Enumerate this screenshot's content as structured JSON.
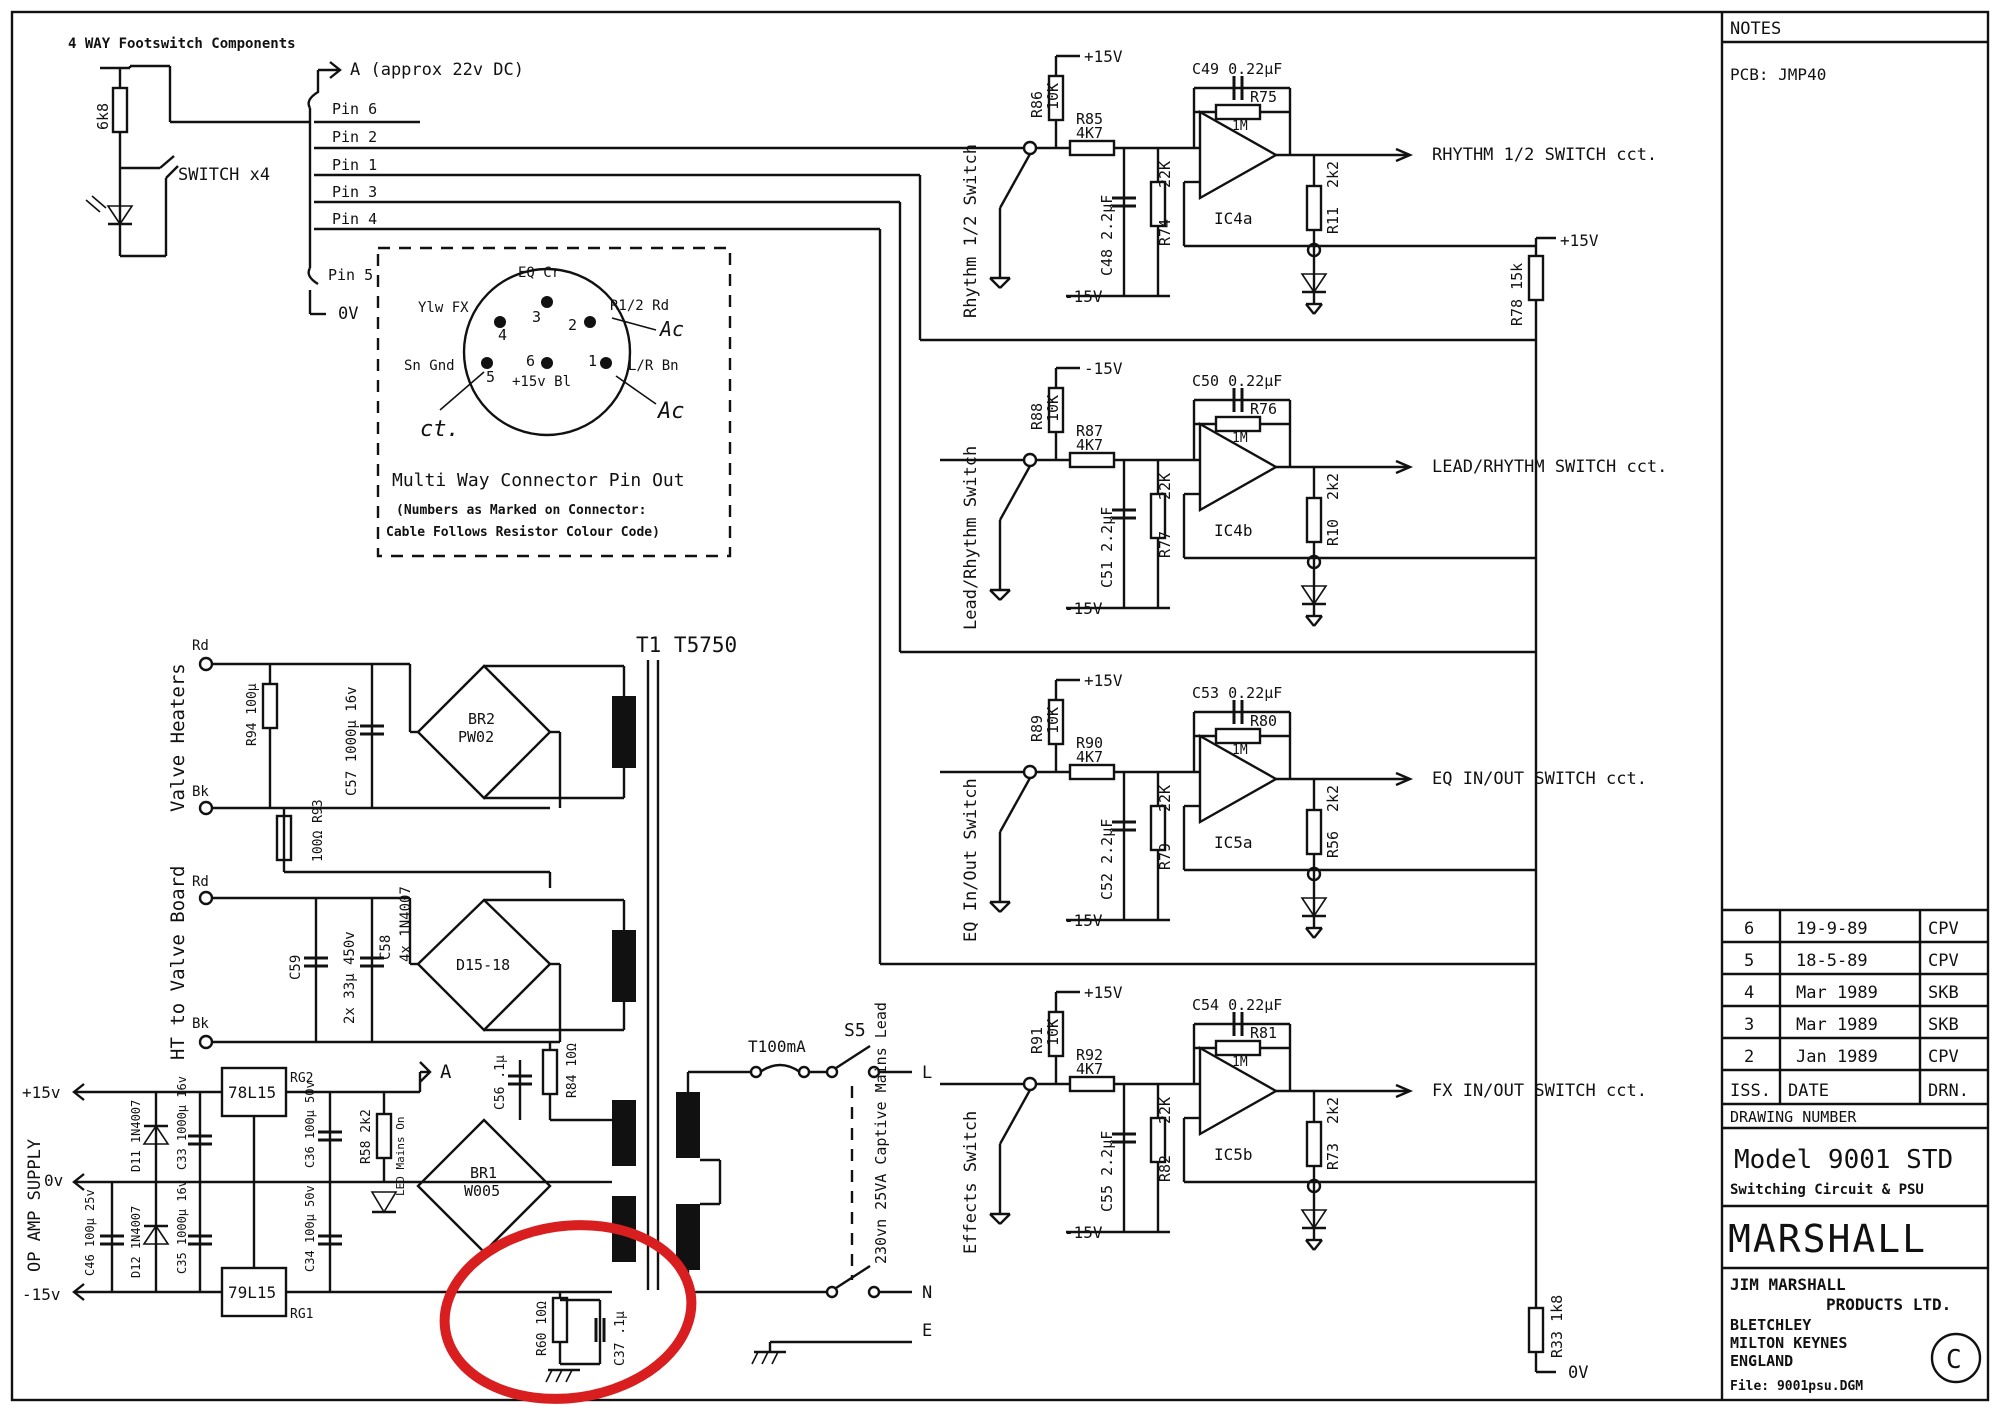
{
  "footswitch": {
    "title": "4 WAY Footswitch Components",
    "r_6k8": "6k8",
    "switch_x4": "SWITCH x4",
    "supply_a": "A (approx 22v DC)",
    "pins": [
      "Pin 6",
      "Pin 2",
      "Pin 1",
      "Pin 3",
      "Pin 4",
      "Pin 5"
    ],
    "zero_v": "0V"
  },
  "connector": {
    "eq_cr": "EQ Cr",
    "ylw_fx": "Ylw FX",
    "r12_rd": "R1/2 Rd",
    "sn_gnd": "Sn Gnd",
    "plus15_bl": "+15v Bl",
    "lr_bn": "L/R Bn",
    "pin_numbers": [
      "3",
      "4",
      "2",
      "6",
      "5",
      "1"
    ],
    "handwritten_ac_1": "Ac",
    "handwritten_ac_2": "Ac",
    "handwritten_ct": "ct.",
    "title": "Multi Way Connector Pin Out",
    "note_line1": "(Numbers as Marked on Connector:",
    "note_line2": "Cable Follows Resistor Colour Code)"
  },
  "switch_circuits": [
    {
      "switch_label": "Rhythm 1/2 Switch",
      "rail_top": "+15V",
      "rail_bottom": "-15V",
      "r_pull": "R86",
      "r_pull_val": "10K",
      "r_series": "R85",
      "r_series_val": "4K7",
      "cap": "C48 2.2µF",
      "r_shunt": "R74",
      "r_shunt_val": "22K",
      "fb_cap": "C49 0.22µF",
      "fb_res": "R75",
      "fb_res_val": "1M",
      "ic": "IC4a",
      "r_led": "R11",
      "r_led_val": "2k2",
      "output": "RHYTHM 1/2 SWITCH cct."
    },
    {
      "switch_label": "Lead/Rhythm Switch",
      "rail_top": "-15V",
      "rail_bottom": "-15V",
      "r_pull": "R88",
      "r_pull_val": "10K",
      "r_series": "R87",
      "r_series_val": "4K7",
      "cap": "C51 2.2µF",
      "r_shunt": "R77",
      "r_shunt_val": "22K",
      "fb_cap": "C50 0.22µF",
      "fb_res": "R76",
      "fb_res_val": "1M",
      "ic": "IC4b",
      "r_led": "R10",
      "r_led_val": "2k2",
      "output": "LEAD/RHYTHM SWITCH cct."
    },
    {
      "switch_label": "EQ In/Out Switch",
      "rail_top": "+15V",
      "rail_bottom": "-15V",
      "r_pull": "R89",
      "r_pull_val": "10K",
      "r_series": "R90",
      "r_series_val": "4K7",
      "cap": "C52 2.2µF",
      "r_shunt": "R79",
      "r_shunt_val": "22K",
      "fb_cap": "C53 0.22µF",
      "fb_res": "R80",
      "fb_res_val": "1M",
      "ic": "IC5a",
      "r_led": "R56",
      "r_led_val": "2k2",
      "output": "EQ IN/OUT SWITCH cct."
    },
    {
      "switch_label": "Effects Switch",
      "rail_top": "+15V",
      "rail_bottom": "-15V",
      "r_pull": "R91",
      "r_pull_val": "10K",
      "r_series": "R92",
      "r_series_val": "4K7",
      "cap": "C55 2.2µF",
      "r_shunt": "R82",
      "r_shunt_val": "22K",
      "fb_cap": "C54 0.22µF",
      "fb_res": "R81",
      "fb_res_val": "1M",
      "ic": "IC5b",
      "r_led": "R73",
      "r_led_val": "2k2",
      "output": "FX IN/OUT SWITCH cct."
    }
  ],
  "led_rail": {
    "plus": "+15V",
    "r78": "R78 15k",
    "r33": "R33 1k8",
    "zero": "0V"
  },
  "psu": {
    "valve_heaters": "Valve Heaters",
    "rd1": "Rd",
    "bk1": "Bk",
    "r94": "R94 100µ",
    "c57": "C57 1000µ 16v",
    "br2": "BR2",
    "pw02": "PW02",
    "r_100r": "100Ω R93",
    "t1": "T1 T5750",
    "ht_valve": "HT to Valve Board",
    "rd2": "Rd",
    "bk2": "Bk",
    "c59": "C59",
    "c58": "C58",
    "cap_2x": "2x 33µ 450v",
    "diodes_4x": "4x 1N4007",
    "d15_18": "D15-18",
    "op_amp_supply": "OP AMP SUPPLY",
    "plus15": "+15v",
    "zero": "0v",
    "minus15": "-15v",
    "reg_pos": "78L15",
    "rg2": "RG2",
    "reg_neg": "79L15",
    "rg1": "RG1",
    "d11": "D11 1N4007",
    "d12": "D12 1N4007",
    "c33": "C33 1000µ 16v",
    "c35": "C35 1000µ 16v",
    "c46": "C46 100µ 25v",
    "c36": "C36 100µ 50v",
    "c34": "C34 100µ 50v",
    "r58": "R58 2k2",
    "led_mains": "LED Mains On",
    "a_label": "A",
    "c56": "C56 .1µ",
    "r84": "R84 10Ω",
    "br1": "BR1",
    "w005": "W005",
    "r60": "R60 10Ω",
    "c37": "C37 .1µ",
    "fuse": "T100mA",
    "s5": "S5",
    "mains": "230vn 25VA Captive Mains Lead",
    "L": "L",
    "N": "N",
    "E": "E"
  },
  "title_block": {
    "notes": "NOTES",
    "pcb": "PCB: JMP40",
    "revisions": [
      {
        "iss": "6",
        "date": "19-9-89",
        "drn": "CPV"
      },
      {
        "iss": "5",
        "date": "18-5-89",
        "drn": "CPV"
      },
      {
        "iss": "4",
        "date": "Mar 1989",
        "drn": "SKB"
      },
      {
        "iss": "3",
        "date": "Mar 1989",
        "drn": "SKB"
      },
      {
        "iss": "2",
        "date": "Jan 1989",
        "drn": "CPV"
      }
    ],
    "col_iss": "ISS.",
    "col_date": "DATE",
    "col_drn": "DRN.",
    "drawing_number": "DRAWING NUMBER",
    "model": "Model 9001 STD",
    "subtitle": "Switching Circuit & PSU",
    "brand": "MARSHALL",
    "company1": "JIM MARSHALL",
    "company2": "PRODUCTS LTD.",
    "addr1": "BLETCHLEY",
    "addr2": "MILTON KEYNES",
    "addr3": "ENGLAND",
    "file": "File: 9001psu.DGM",
    "copyright": "C"
  },
  "colors": {
    "ink": "#111111",
    "highlight": "#d81e1e"
  }
}
